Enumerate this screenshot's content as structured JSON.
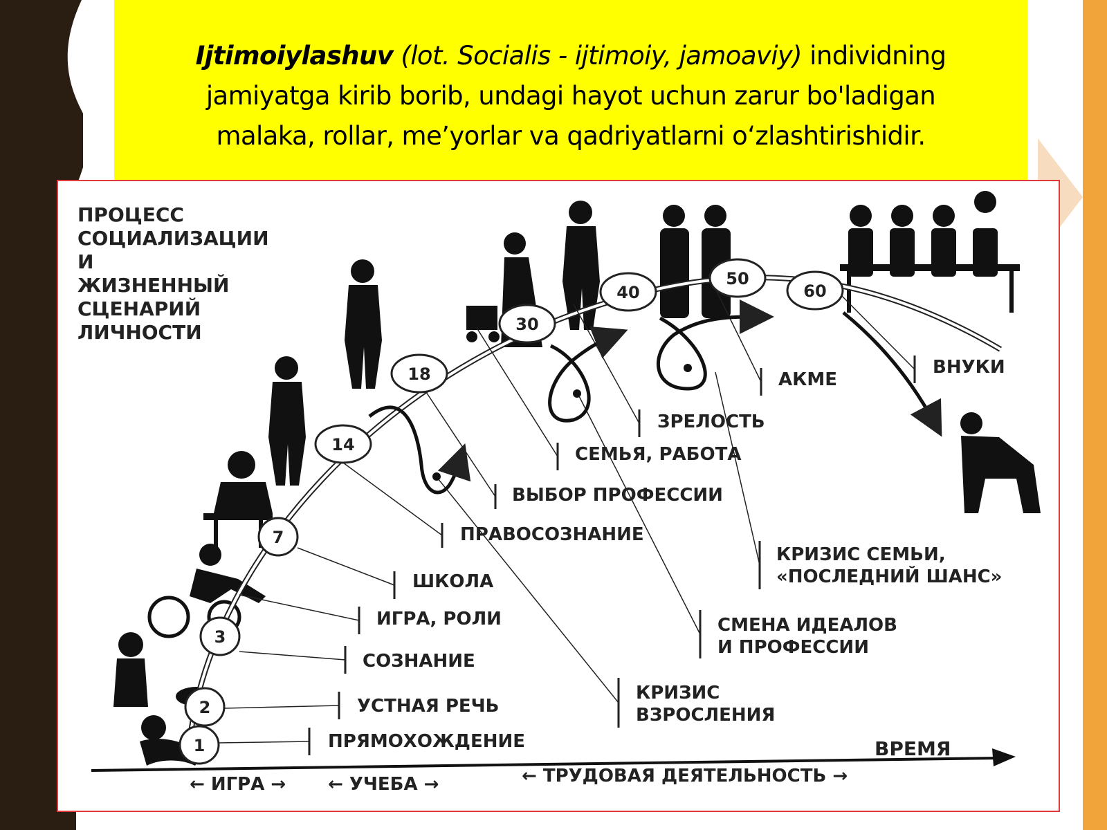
{
  "banner": {
    "term": "Ijtimoiylashuv",
    "etymology": "(lot. Socialis - ijtimoiy, jamoaviy)",
    "definition_line1": "individning",
    "definition_line2": "jamiyatga kirib borib, undagi hayot uchun zarur bo'ladigan",
    "definition_line3": "malaka, rollar, me’yorlar va  qadriyatlarni o‘zlashtirishidir.",
    "color": "#ffff00"
  },
  "diagram": {
    "title": "ПРОЦЕСС\nСОЦИАЛИЗАЦИИ\nИ\nЖИЗНЕННЫЙ\nСЦЕНАРИЙ\nЛИЧНОСТИ",
    "axis_label": "ВРЕМЯ",
    "phases": [
      "← ИГРА →",
      "← УЧЕБА →",
      "← ТРУДОВАЯ ДЕЯТЕЛЬНОСТЬ →"
    ],
    "ages": [
      "1",
      "2",
      "3",
      "7",
      "14",
      "18",
      "30",
      "40",
      "50",
      "60"
    ],
    "stages": [
      "ПРЯМОХОЖДЕНИЕ",
      "УСТНАЯ РЕЧЬ",
      "СОЗНАНИЕ",
      "ИГРА, РОЛИ",
      "ШКОЛА",
      "ПРАВОСОЗНАНИЕ",
      "ВЫБОР ПРОФЕССИИ",
      "СЕМЬЯ, РАБОТА",
      "ЗРЕЛОСТЬ",
      "АКМЕ",
      "ВНУКИ"
    ],
    "crises": [
      "КРИЗИС\nВЗРОСЛЕНИЯ",
      "СМЕНА ИДЕАЛОВ\nИ ПРОФЕССИИ",
      "КРИЗИС СЕМЬИ,\n«ПОСЛЕДНИЙ ШАНС»"
    ],
    "figures": [
      "crawling-baby",
      "child-with-dog",
      "child-on-bicycle",
      "pupil-at-desk",
      "young-man-with-briefcase",
      "police-officer",
      "mother-with-stroller",
      "running-businessman",
      "couple",
      "family-at-table",
      "elderly-feeding-birds"
    ]
  },
  "colors": {
    "frame": "#e03a3a",
    "accent": "#f0a43a",
    "dark": "#2a1d12"
  }
}
